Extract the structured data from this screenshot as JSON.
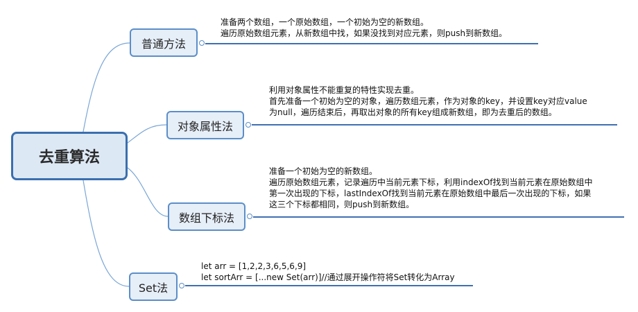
{
  "central": {
    "label": "去重算法"
  },
  "branches": [
    {
      "label": "普通方法",
      "notes": [
        "准备两个数组，一个原始数组，一个初始为空的新数组。",
        "遍历原始数组元素，从新数组中找，如果没找到对应元素，则push到新数组。"
      ]
    },
    {
      "label": "对象属性法",
      "notes": [
        "利用对象属性不能重复的特性实现去重。",
        "首先准备一个初始为空的对象，遍历数组元素，作为对象的key，并设置key对应value",
        "为null，遍历结束后，再取出对象的所有key组成新数组，即为去重后的数组。"
      ]
    },
    {
      "label": "数组下标法",
      "notes": [
        "准备一个初始为空的新数组。",
        "遍历原始数组元素，记录遍历中当前元素下标，利用indexOf找到当前元素在原始数组中",
        "第一次出现的下标，lastIndexOf找到当前元素在原始数组中最后一次出现的下标，如果",
        "这三个下标都相同，则push到新数组。"
      ]
    },
    {
      "label": "Set法",
      "notes": [
        "let arr = [1,2,2,3,6,5,6,9]",
        "let sortArr = [...new Set(arr)]//通过展开操作符将Set转化为Array"
      ]
    }
  ],
  "colors": {
    "connector": "#7aa6d6",
    "underline": "#3f6fb0",
    "central_border": "#3a6fae",
    "branch_border": "#5b8ec8"
  }
}
